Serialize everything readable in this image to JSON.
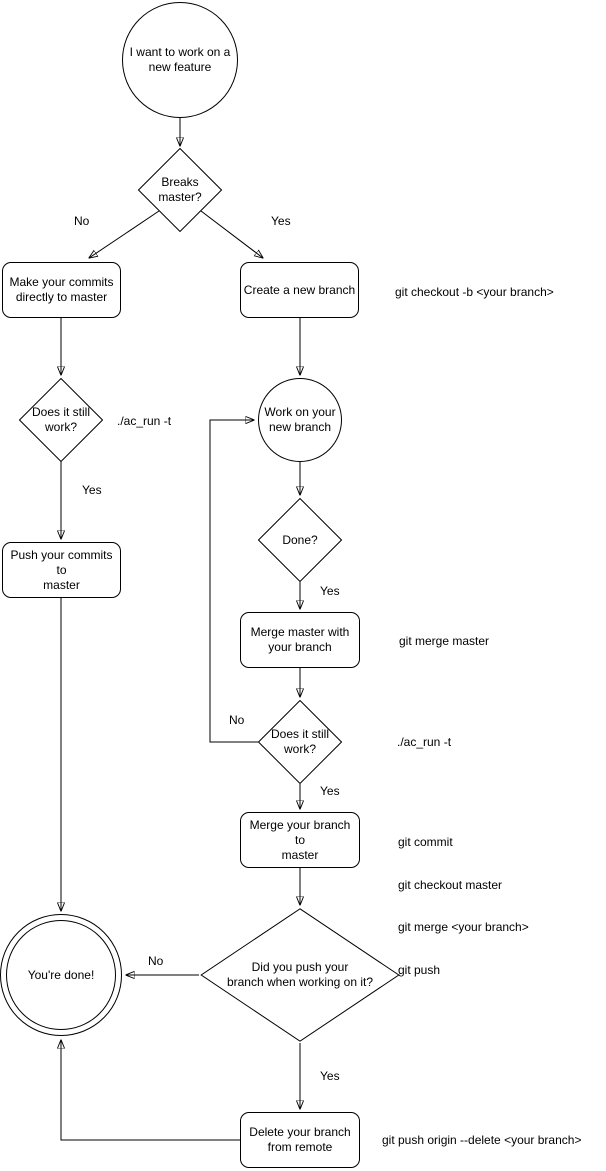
{
  "canvas": {
    "background": "#ffffff",
    "stroke_color": "#000000"
  },
  "nodes": {
    "start": {
      "shape": "circle",
      "label": "I want to work on a\nnew feature"
    },
    "breaks_master": {
      "shape": "diamond",
      "label": "Breaks\nmaster?"
    },
    "make_commits": {
      "shape": "rect",
      "label": "Make your commits\ndirectly to master"
    },
    "create_branch": {
      "shape": "rect",
      "label": "Create a new branch"
    },
    "does_it_work_1": {
      "shape": "diamond",
      "label": "Does it still\nwork?"
    },
    "work_on_branch": {
      "shape": "circle",
      "label": "Work on your\nnew branch"
    },
    "done_q": {
      "shape": "diamond",
      "label": "Done?"
    },
    "push_commits": {
      "shape": "rect",
      "label": "Push your commits to\nmaster"
    },
    "merge_master": {
      "shape": "rect",
      "label": "Merge master with\nyour branch"
    },
    "does_it_work_2": {
      "shape": "diamond",
      "label": "Does it still\nwork?"
    },
    "merge_branch": {
      "shape": "rect",
      "label": "Merge your branch to\nmaster"
    },
    "did_you_push": {
      "shape": "diamond",
      "label": "Did you push your\nbranch when working on it?"
    },
    "youre_done": {
      "shape": "double-circle",
      "label": "You're done!"
    },
    "delete_branch": {
      "shape": "rect",
      "label": "Delete your branch\nfrom remote"
    }
  },
  "edge_labels": {
    "breaks_no": "No",
    "breaks_yes": "Yes",
    "work1_yes": "Yes",
    "done_yes": "Yes",
    "work2_no": "No",
    "work2_yes": "Yes",
    "push_no": "No",
    "push_yes": "Yes"
  },
  "annotations": {
    "checkout_branch": "git checkout -b <your branch>",
    "ac_run_1": "./ac_run -t",
    "merge_master_cmd": "git merge master",
    "ac_run_2": "./ac_run -t",
    "merge_to_master_cmds": [
      "git commit",
      "git checkout master",
      "git merge <your branch>",
      "git push"
    ],
    "delete_remote_cmd": "git push origin --delete <your branch>"
  }
}
